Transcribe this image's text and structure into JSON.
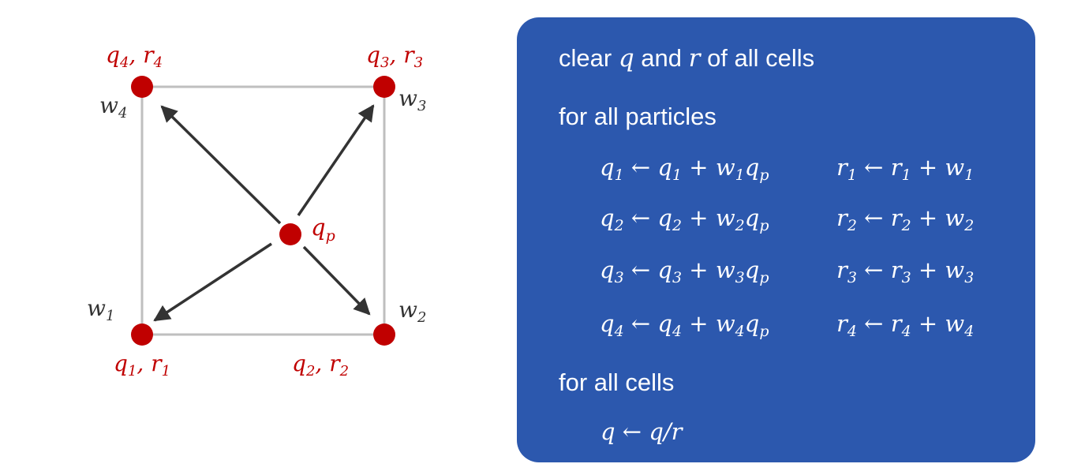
{
  "diagram": {
    "particle_label": {
      "base": "q",
      "sub": "p"
    },
    "nodes": [
      {
        "id": "n1",
        "q": "q",
        "q_sub": "1",
        "r": "r",
        "r_sub": "1",
        "w": "w",
        "w_sub": "1"
      },
      {
        "id": "n2",
        "q": "q",
        "q_sub": "2",
        "r": "r",
        "r_sub": "2",
        "w": "w",
        "w_sub": "2"
      },
      {
        "id": "n3",
        "q": "q",
        "q_sub": "3",
        "r": "r",
        "r_sub": "3",
        "w": "w",
        "w_sub": "3"
      },
      {
        "id": "n4",
        "q": "q",
        "q_sub": "4",
        "r": "r",
        "r_sub": "4",
        "w": "w",
        "w_sub": "4"
      }
    ],
    "colors": {
      "node": "#c00000",
      "label": "#c00000",
      "arrow": "#333333",
      "edge": "#bfbfbf"
    }
  },
  "panel": {
    "background": "#2c58ae",
    "line1": {
      "pre": "clear ",
      "v1": "q",
      "mid": " and ",
      "v2": "r",
      "post": " of all cells"
    },
    "line2": "for all particles",
    "updates": [
      {
        "i": "1"
      },
      {
        "i": "2"
      },
      {
        "i": "3"
      },
      {
        "i": "4"
      }
    ],
    "line3": "for all cells",
    "final": {
      "lhs": "q",
      "arrow": "←",
      "rhs": "q/r"
    },
    "symbols": {
      "q": "q",
      "r": "r",
      "w": "w",
      "p": "p",
      "arrow": "←",
      "plus": "+"
    }
  }
}
